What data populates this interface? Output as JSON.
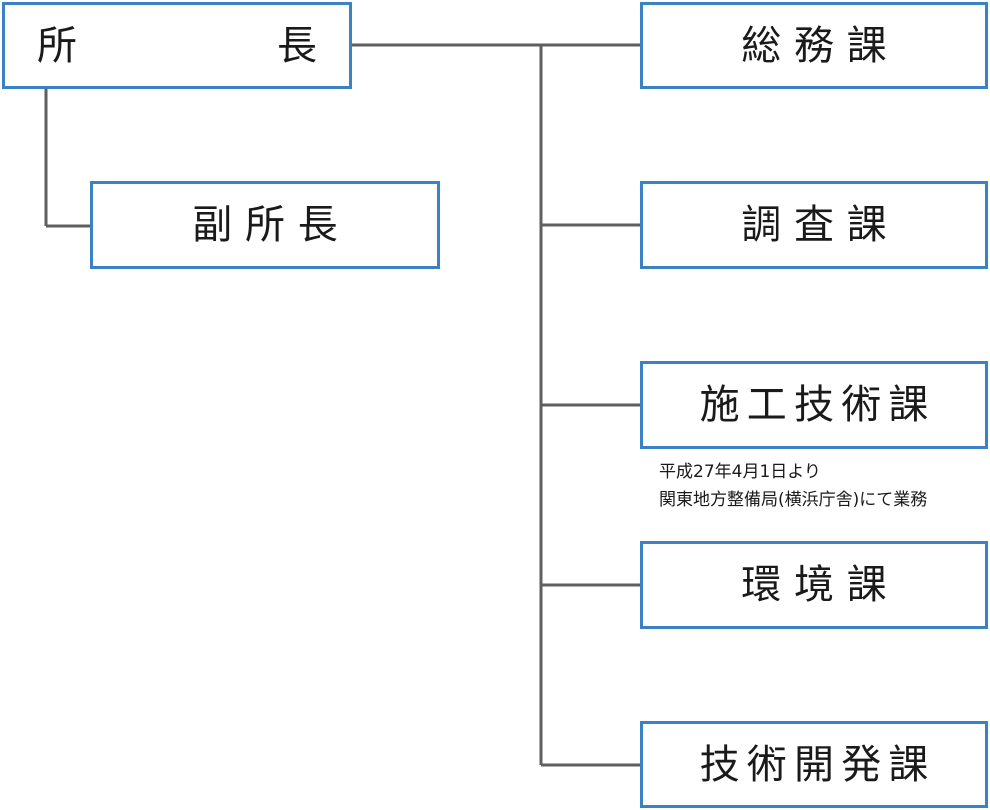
{
  "director": {
    "label": "所　長"
  },
  "deputy": {
    "label": "副所長"
  },
  "divisions": [
    {
      "label": "総務課"
    },
    {
      "label": "調査課"
    },
    {
      "label": "施工技術課"
    },
    {
      "label": "環境課"
    },
    {
      "label": "技術開発課"
    }
  ],
  "note": {
    "line1": "平成27年4月1日より",
    "line2": "関東地方整備局(横浜庁舎)にて業務"
  }
}
